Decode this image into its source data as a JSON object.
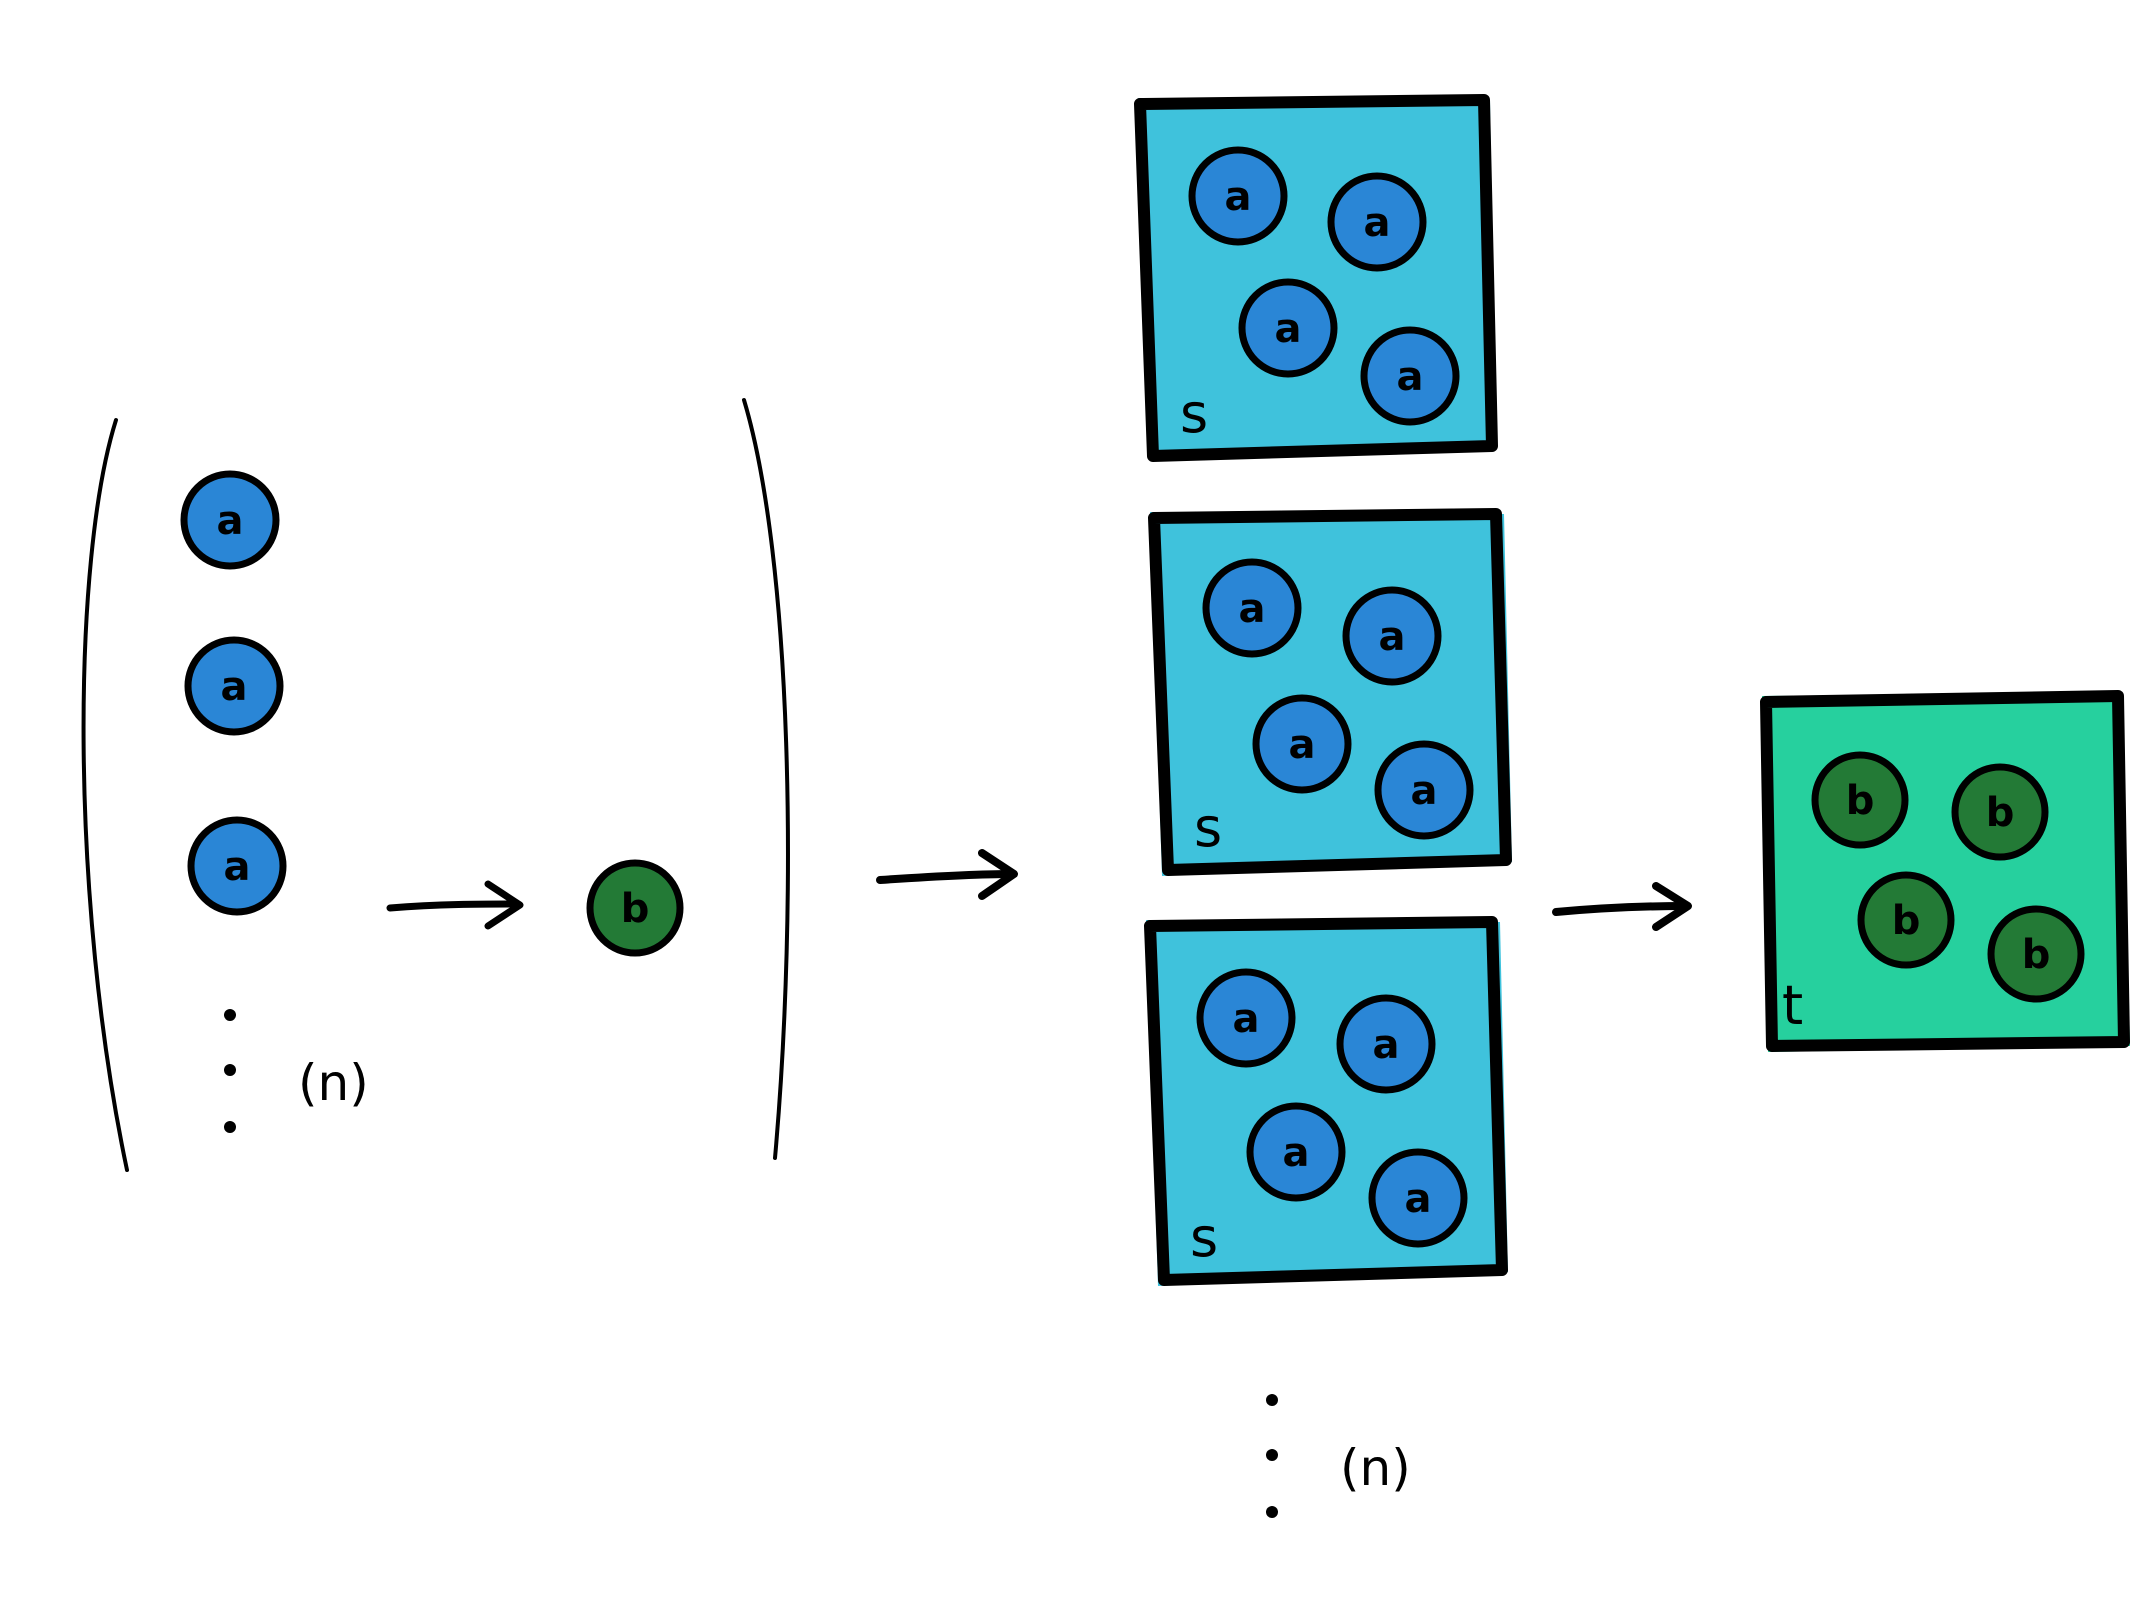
{
  "colors": {
    "a_fill": "#2A86D6",
    "b_fill": "#237A36",
    "s_box_fill": "#3FC2DC",
    "t_box_fill": "#26D09E",
    "ink": "#000000",
    "background": "#FFFFFF"
  },
  "labels": {
    "a": "a",
    "b": "b",
    "s": "s",
    "t": "t",
    "n_left": "(n)",
    "n_middle": "(n)"
  }
}
